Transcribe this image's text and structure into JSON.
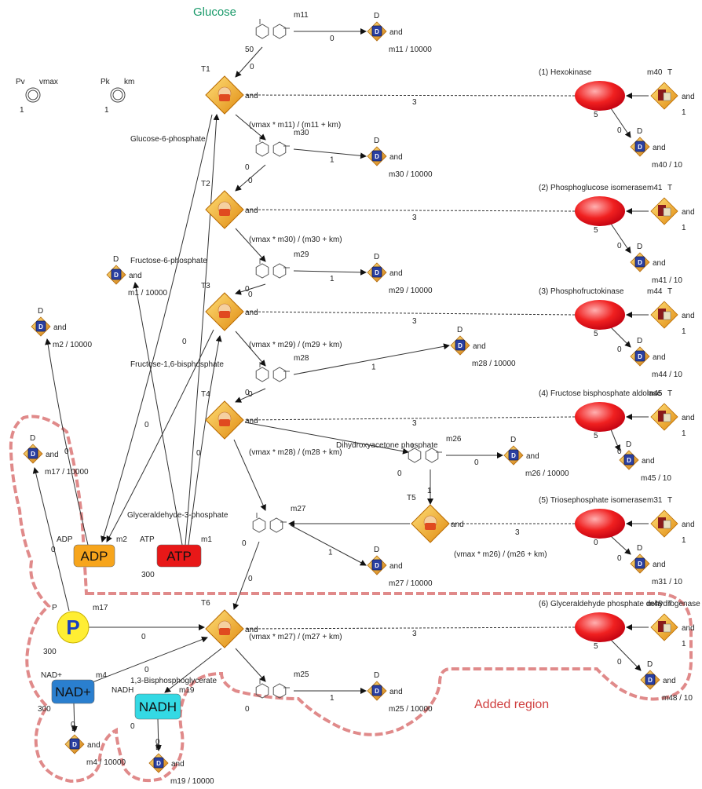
{
  "title": "Glucose",
  "added_region_label": "Added region",
  "parameters": [
    {
      "name": "Pv",
      "value": "1",
      "label2": "vmax"
    },
    {
      "name": "Pk",
      "value": "1",
      "label2": "km"
    }
  ],
  "metabolites": [
    {
      "id": "m11",
      "name": "Glucose",
      "init": "50"
    },
    {
      "id": "m30",
      "name": "Glucose-6-phosphate",
      "init": "0"
    },
    {
      "id": "m29",
      "name": "Fructose-6-phosphate",
      "init": "0"
    },
    {
      "id": "m28",
      "name": "Fructose-1,6-bisphosphate",
      "init": "0"
    },
    {
      "id": "m26",
      "name": "Dihydroxyacetone phosphate",
      "init": "0"
    },
    {
      "id": "m27",
      "name": "Glyceraldehyde-3-phosphate",
      "init": "0"
    },
    {
      "id": "m25",
      "name": "1,3-Bisphosphoglycerate",
      "init": "0"
    }
  ],
  "enzymes": [
    {
      "name": "(1) Hexokinase",
      "m": "m40",
      "t": "T",
      "init": "5",
      "decay": "m40 / 10",
      "zero": "0"
    },
    {
      "name": "(2) Phosphoglucose isomerase",
      "m": "m41",
      "t": "T",
      "init": "5",
      "decay": "m41 / 10",
      "zero": "0"
    },
    {
      "name": "(3) Phosphofructokinase",
      "m": "m44",
      "t": "T",
      "init": "5",
      "decay": "m44 / 10",
      "zero": "0"
    },
    {
      "name": "(4) Fructose bisphosphate aldolase",
      "m": "m45",
      "t": "T",
      "init": "5",
      "decay": "m45 / 10",
      "zero": "0"
    },
    {
      "name": "(5) Triosephosphate isomerase",
      "m": "m31",
      "t": "T",
      "init": "0",
      "decay": "m31 / 10",
      "zero": "0"
    },
    {
      "name": "(6) Glyceraldehyde phosphate dehydrogenase",
      "m": "m48",
      "t": "T",
      "init": "5",
      "decay": "m48 / 10",
      "zero": "0"
    }
  ],
  "transitions": [
    "T1",
    "T2",
    "T3",
    "T4",
    "T5",
    "T6"
  ],
  "rate_laws": [
    "(vmax * m11) / (m11 + km)",
    "(vmax * m30) / (m30 + km)",
    "(vmax * m29) / (m29 + km)",
    "(vmax * m28) / (m28 + km)",
    "(vmax * m26) / (m26 + km)",
    "(vmax * m27) / (m27 + km)"
  ],
  "cofactors": [
    {
      "label": "ADP",
      "name": "ADP",
      "m": "m2",
      "init": "0"
    },
    {
      "label": "ATP",
      "name": "ATP",
      "m": "m1",
      "init": "300"
    },
    {
      "label": "P",
      "name": "P",
      "m": "m17",
      "init": "300"
    },
    {
      "label": "NAD+",
      "name": "NAD+",
      "m": "m4",
      "init": "300"
    },
    {
      "label": "NADH",
      "name": "NADH",
      "m": "m19",
      "init": "0"
    }
  ],
  "degraders": [
    {
      "key": "m11",
      "rate": "m11 / 10000"
    },
    {
      "key": "m30",
      "rate": "m30 / 10000"
    },
    {
      "key": "m29",
      "rate": "m29 / 10000"
    },
    {
      "key": "m28",
      "rate": "m28 / 10000"
    },
    {
      "key": "m26",
      "rate": "m26 / 10000"
    },
    {
      "key": "m27",
      "rate": "m27 / 10000"
    },
    {
      "key": "m25",
      "rate": "m25 / 10000"
    },
    {
      "key": "m1",
      "rate": "m1 / 10000"
    },
    {
      "key": "m2",
      "rate": "m2 / 10000"
    },
    {
      "key": "m17",
      "rate": "m17 / 10000"
    },
    {
      "key": "m4",
      "rate": "m4 / 10000"
    },
    {
      "key": "m19",
      "rate": "m19 / 10000"
    }
  ],
  "degrader_letter": "D",
  "and_word": "and",
  "weights": {
    "one": "1",
    "three": "3",
    "zero": "0"
  },
  "colors": {
    "title": "#1a9a6a",
    "region": "#e08a8a",
    "region_label": "#d04040",
    "enzyme": "#e4141e",
    "transition": "#f0a020",
    "adp": "#f7a51c",
    "atp": "#e81818",
    "p": "#ffee33",
    "nadplus": "#2a7fcf",
    "nadh": "#34d9e4"
  }
}
